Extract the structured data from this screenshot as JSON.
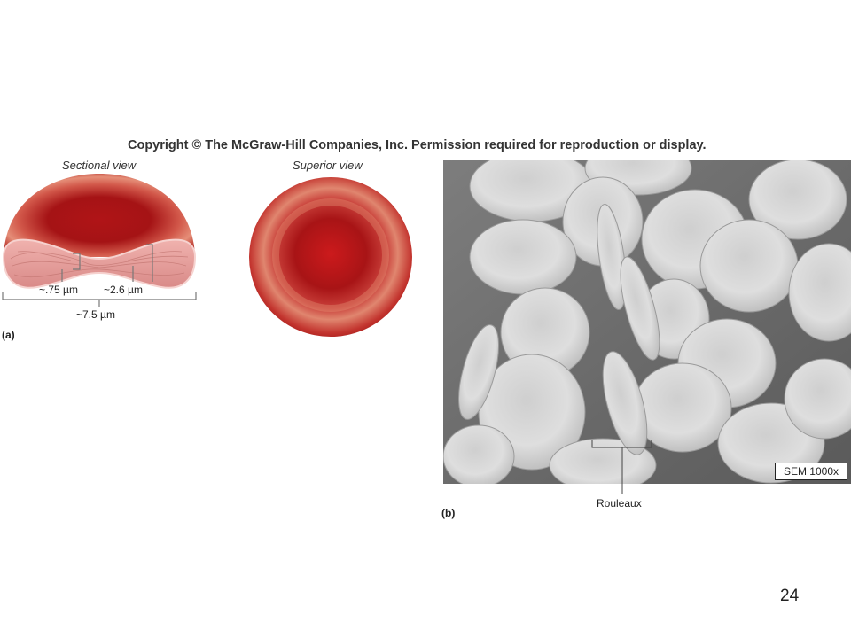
{
  "copyright": "Copyright © The McGraw-Hill Companies, Inc. Permission required for reproduction or display.",
  "panel_a": {
    "letter": "(a)",
    "sectional_view_label": "Sectional view",
    "superior_view_label": "Superior view",
    "dimension_edge": "~.75 µm",
    "dimension_thickness": "~2.6 µm",
    "dimension_diameter": "~7.5 µm"
  },
  "panel_b": {
    "letter": "(b)",
    "sem_label": "SEM 1000x",
    "rouleaux_label": "Rouleaux"
  },
  "slide_number": "24",
  "colors": {
    "cell_red": "#b3181a",
    "cell_edge": "#d9604e",
    "section_pink": "#e79a99",
    "sem_bg": "#6f6f6f",
    "sem_cell": "#d4d4d4"
  }
}
